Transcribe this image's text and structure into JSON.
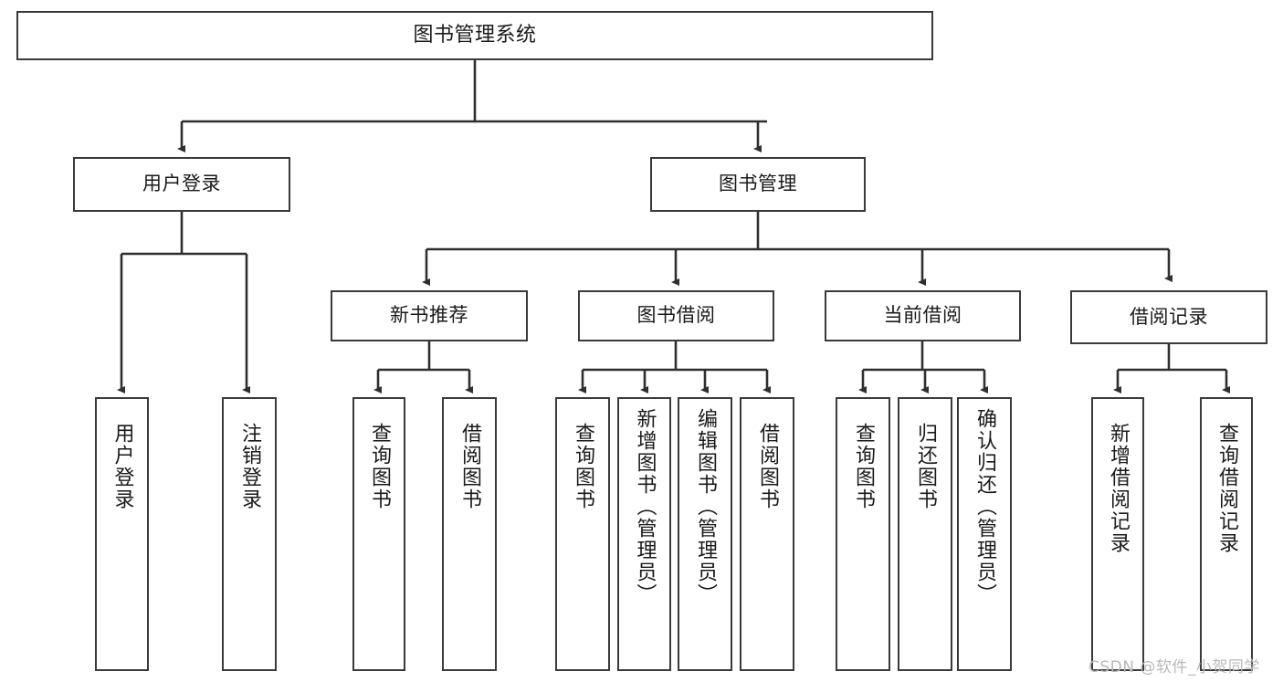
{
  "diagram": {
    "title": "图书管理系统",
    "type": "hierarchy-tree",
    "watermark": "CSDN @软件_小贺同学",
    "colors": {
      "box_border": "#3a3a3a",
      "box_fill": "#ffffff",
      "edge": "#2f2f2f",
      "text": "#1a1a1a",
      "watermark": "#b9b9b9"
    },
    "levels": {
      "root": "图书管理系统",
      "level2": [
        "用户登录",
        "图书管理"
      ],
      "level3": [
        "新书推荐",
        "图书借阅",
        "当前借阅",
        "借阅记录"
      ]
    },
    "nodes": {
      "root": {
        "label": "图书管理系统"
      },
      "user_login": {
        "label": "用户登录"
      },
      "book_manage": {
        "label": "图书管理"
      },
      "new_book_rec": {
        "label": "新书推荐"
      },
      "book_borrow": {
        "label": "图书借阅"
      },
      "current_borrow": {
        "label": "当前借阅"
      },
      "borrow_record": {
        "label": "借阅记录"
      },
      "leaf_user_login": {
        "label": "用户登录"
      },
      "leaf_user_logout": {
        "label": "注销登录"
      },
      "leaf_query_book_1": {
        "label": "查询图书"
      },
      "leaf_borrow_book_1": {
        "label": "借阅图书"
      },
      "leaf_query_book_2": {
        "label": "查询图书"
      },
      "leaf_add_book": {
        "label": "新增图书（管理员）"
      },
      "leaf_edit_book": {
        "label": "编辑图书（管理员）"
      },
      "leaf_borrow_book_2": {
        "label": "借阅图书"
      },
      "leaf_query_book_3": {
        "label": "查询图书"
      },
      "leaf_return_book": {
        "label": "归还图书"
      },
      "leaf_confirm_return": {
        "label": "确认归还（管理员）"
      },
      "leaf_add_record": {
        "label": "新增借阅记录"
      },
      "leaf_query_record": {
        "label": "查询借阅记录"
      }
    },
    "edges": [
      {
        "from": "root",
        "to": "用户登录"
      },
      {
        "from": "root",
        "to": "图书管理"
      },
      {
        "from": "用户登录",
        "to": "用户登录(叶)"
      },
      {
        "from": "用户登录",
        "to": "注销登录"
      },
      {
        "from": "图书管理",
        "to": "新书推荐"
      },
      {
        "from": "图书管理",
        "to": "图书借阅"
      },
      {
        "from": "图书管理",
        "to": "当前借阅"
      },
      {
        "from": "图书管理",
        "to": "借阅记录"
      },
      {
        "from": "新书推荐",
        "to": "查询图书"
      },
      {
        "from": "新书推荐",
        "to": "借阅图书"
      },
      {
        "from": "图书借阅",
        "to": "查询图书"
      },
      {
        "from": "图书借阅",
        "to": "新增图书（管理员）"
      },
      {
        "from": "图书借阅",
        "to": "编辑图书（管理员）"
      },
      {
        "from": "图书借阅",
        "to": "借阅图书"
      },
      {
        "from": "当前借阅",
        "to": "查询图书"
      },
      {
        "from": "当前借阅",
        "to": "归还图书"
      },
      {
        "from": "当前借阅",
        "to": "确认归还（管理员）"
      },
      {
        "from": "借阅记录",
        "to": "新增借阅记录"
      },
      {
        "from": "借阅记录",
        "to": "查询借阅记录"
      }
    ]
  }
}
